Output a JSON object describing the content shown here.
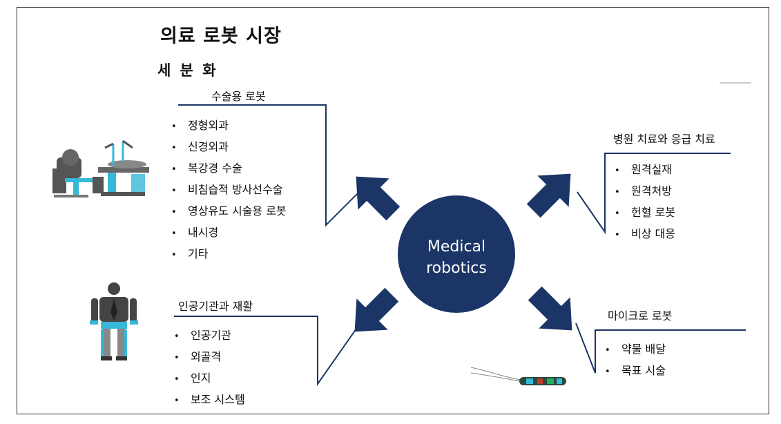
{
  "title": "의료 로봇 시장",
  "subtitle": "세 분 화",
  "center": {
    "label_line1": "Medical",
    "label_line2": "robotics"
  },
  "sections": {
    "surgical": {
      "title": "수술용 로봇",
      "items": [
        "정형외과",
        "신경외과",
        "복강경 수술",
        "비침습적 방사선수술",
        "영상유도 시술용 로봇",
        "내시경",
        "기타"
      ]
    },
    "hospital": {
      "title": "병원 치료와 응급 치료",
      "items": [
        "원격실재",
        "원격처방",
        "헌혈 로봇",
        "비상 대응"
      ]
    },
    "prosthetics": {
      "title": "인공기관과 재활",
      "items": [
        "인공기관",
        "외골격",
        "인지",
        "보조 시스템"
      ]
    },
    "micro": {
      "title": "마이크로 로봇",
      "items": [
        "약물 배달",
        "목표 시술"
      ]
    }
  },
  "icons": {
    "surgical": "surgical-robot-icon",
    "prosthetics": "exoskeleton-icon",
    "micro": "micro-robot-capsule-icon"
  },
  "colors": {
    "navy": "#1b3566",
    "cyan": "#36b8d8",
    "gray": "#555555"
  }
}
